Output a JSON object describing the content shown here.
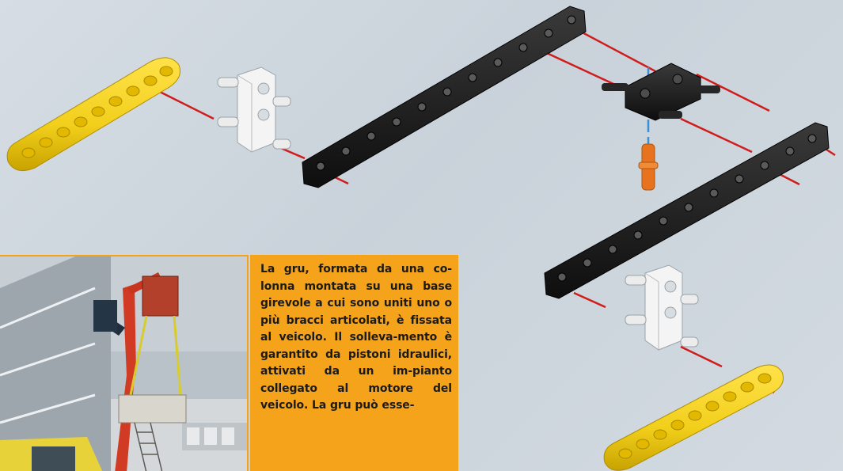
{
  "figure": {
    "parts": [
      {
        "name": "yellow-liftarm-beam",
        "color": "#f2cf1b"
      },
      {
        "name": "white-connector-block",
        "color": "#f2f2f2"
      },
      {
        "name": "black-technic-beam",
        "color": "#1c1c1c"
      },
      {
        "name": "black-cross-connector",
        "color": "#1c1c1c"
      },
      {
        "name": "orange-axle-pin",
        "color": "#e8731e"
      }
    ],
    "guide_line_colors": {
      "assembly": "#d11c1c",
      "axis": "#3a8fd6"
    }
  },
  "photo": {
    "subject": "truck-mounted crane lifting a cage"
  },
  "caption": {
    "text": "La gru, formata da una co-lonna montata su una base girevole a cui sono uniti uno o più bracci articolati, è fissata al veicolo. Il solleva-mento è garantito da pistoni idraulici, attivati da un im-pianto collegato al motore del veicolo. La gru può esse-",
    "background": "#f5a31a"
  }
}
